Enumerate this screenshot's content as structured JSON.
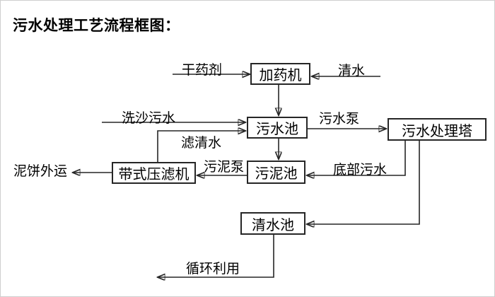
{
  "title": "污水处理工艺流程框图：",
  "nodes": {
    "dosing_machine": {
      "label": "加药机"
    },
    "sewage_pool": {
      "label": "污水池"
    },
    "treatment_tower": {
      "label": "污水处理塔"
    },
    "sludge_pool": {
      "label": "污泥池"
    },
    "belt_filter_press": {
      "label": "带式压滤机"
    },
    "clear_water_pool": {
      "label": "清水池"
    }
  },
  "flow_labels": {
    "dry_chemical": "干药剂",
    "clear_water_in": "清水",
    "sand_washing_sewage": "洗沙污水",
    "filtered_water": "滤清水",
    "sewage_pump": "污水泵",
    "bottom_sewage": "底部污水",
    "sludge_pump": "污泥泵",
    "mud_cake_out": "泥饼外运",
    "recycle_use": "循环利用"
  },
  "colors": {
    "background": "#ffffff",
    "line": "#262626",
    "text": "#000000"
  }
}
